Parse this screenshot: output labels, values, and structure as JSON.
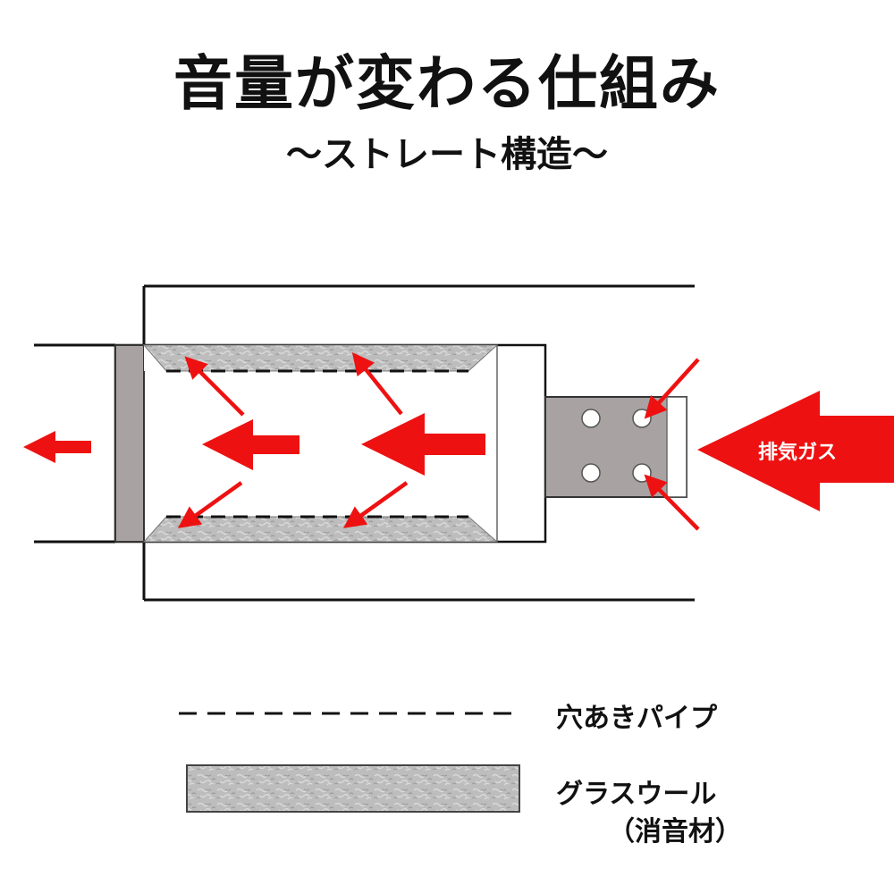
{
  "title": "音量が変わる仕組み",
  "subtitle": "〜ストレート構造〜",
  "labels": {
    "exhaust_gas": "排気ガス"
  },
  "legend": {
    "perforated_pipe": "穴あきパイプ",
    "glass_wool_line1": "グラスウール",
    "glass_wool_line2": "（消音材）"
  },
  "colors": {
    "arrow": "#ee1111",
    "glass_wool": "#b8b8b8",
    "pipe_fill": "#a8a2a2",
    "outline": "#111111"
  }
}
